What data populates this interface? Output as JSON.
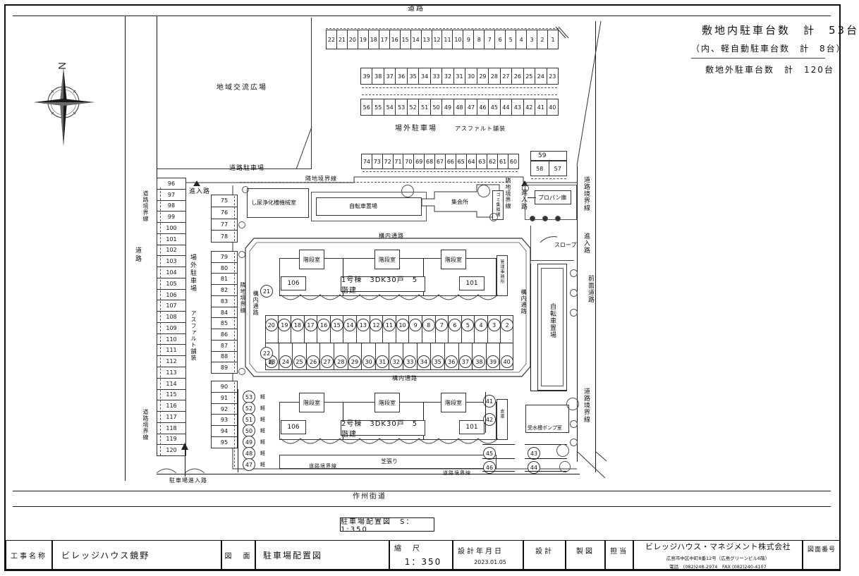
{
  "header": {
    "line1": "敷地内駐車台数　計　53台",
    "line2": "（内、軽自動駐車台数　計　8台）",
    "line3": "敷地外駐車台数　計　120台"
  },
  "compass": {
    "north": "N"
  },
  "site_labels": {
    "plaza": "地域交流広場",
    "offsite_lot_top": "場外駐車場",
    "asphalt_top": "アスファルト舗装",
    "offsite_lot_left": "場外駐車場",
    "asphalt_left": "アスファルト舗装",
    "road_left": "道路",
    "road_top": "道路",
    "road_parking": "道路駐車場",
    "road_boundary_left_top": "道路境界線",
    "road_boundary_left_bottom": "道路境界線",
    "road_boundary_right_top": "道路境界線",
    "road_boundary_right_bottom": "道路境界線",
    "road_boundary_bottom": "道路境界線",
    "road_boundary_bottom2": "道路境界線",
    "site_boundary_top": "隣地境界線",
    "site_boundary_left": "隣地境界線",
    "site_boundary_right": "隣地境界線",
    "front_road": "前面道路",
    "entrance_left": "進入路",
    "entrance_right": "進入路",
    "entrance_right2": "進入路",
    "parking_entrance": "駐車場進入路",
    "sakushu_road": "作州街道",
    "inner_road_top": "構内通路",
    "inner_road_left": "構内通路",
    "inner_road_right": "構内通路",
    "inner_road_bottom": "構内通路",
    "slope": "スロープ",
    "lawn": "芝張り"
  },
  "facilities": {
    "septic": "し尿浄化槽機械室",
    "bicycle_top": "自転車置場",
    "assembly_hall": "集会所",
    "garbage": "ゴミ集積場",
    "propane": "プロパン庫",
    "bicycle_right": "自転車置場",
    "pump_room": "受水槽ポンプ室",
    "storage": "倉庫",
    "office": "管理事務所"
  },
  "buildings": [
    {
      "name": "1号棟　3DK30戸　5階建",
      "unit_left": "106",
      "unit_right": "101",
      "stairs": [
        "階段室",
        "階段室",
        "階段室"
      ]
    },
    {
      "name": "2号棟　3DK30戸　5階建",
      "unit_left": "106",
      "unit_right": "101",
      "stairs": [
        "階段室",
        "階段室",
        "階段室"
      ]
    }
  ],
  "stall_rows": {
    "top_row_1": [
      "22",
      "21",
      "20",
      "19",
      "18",
      "17",
      "16",
      "15",
      "14",
      "13",
      "12",
      "11",
      "10",
      "9",
      "8",
      "7",
      "6",
      "5",
      "4",
      "3",
      "2",
      "1"
    ],
    "mid_row_upper": [
      "39",
      "38",
      "37",
      "36",
      "35",
      "34",
      "33",
      "32",
      "31",
      "30",
      "29",
      "28",
      "27",
      "26",
      "25",
      "24",
      "23"
    ],
    "mid_row_lower": [
      "56",
      "55",
      "54",
      "53",
      "52",
      "51",
      "50",
      "49",
      "48",
      "47",
      "46",
      "45",
      "44",
      "43",
      "42",
      "41",
      "40"
    ],
    "road_row": [
      "74",
      "73",
      "72",
      "71",
      "70",
      "69",
      "68",
      "67",
      "66",
      "65",
      "64",
      "63",
      "62",
      "61",
      "60"
    ],
    "right_top_row": [
      "59",
      "58",
      "57"
    ],
    "left_outer": [
      "96",
      "97",
      "98",
      "99",
      "100",
      "101",
      "102",
      "103",
      "104",
      "105",
      "106",
      "107",
      "108",
      "109",
      "110",
      "111",
      "112",
      "113",
      "114",
      "115",
      "116",
      "117",
      "118",
      "119",
      "120"
    ],
    "left_inner_a": [
      "75",
      "76",
      "77",
      "78"
    ],
    "left_inner_b": [
      "79",
      "80",
      "81",
      "82",
      "83",
      "84",
      "85",
      "86",
      "87",
      "88",
      "89"
    ],
    "left_inner_c": [
      "90",
      "91",
      "92",
      "93",
      "94",
      "95"
    ]
  },
  "circle_stalls": {
    "courtyard_upper": [
      "20",
      "19",
      "18",
      "17",
      "16",
      "15",
      "14",
      "13",
      "12",
      "11",
      "10",
      "9",
      "8",
      "7",
      "6",
      "5",
      "4",
      "3",
      "2"
    ],
    "courtyard_lower": [
      "23",
      "24",
      "25",
      "26",
      "27",
      "28",
      "29",
      "30",
      "31",
      "32",
      "33",
      "34",
      "35",
      "36",
      "37",
      "38",
      "39",
      "40"
    ],
    "kei_corner": "22",
    "kei_label": "軽",
    "left_kei": [
      "53",
      "52",
      "51",
      "50",
      "49",
      "48",
      "47"
    ],
    "circle_21": "21",
    "right_side": [
      "41",
      "42",
      "43",
      "44",
      "45",
      "46"
    ]
  },
  "scale_bar": "駐車場配置図　S：1:350",
  "title_block": {
    "project_label": "工事名称",
    "project_value": "ビレッジハウス鏡野",
    "drawing_label": "図　面",
    "drawing_value": "駐車場配置図",
    "scale_label": "縮　尺",
    "scale_value": "1：350",
    "date_label": "設計年月日",
    "date_value": "2023.01.05",
    "design_label": "設計",
    "draft_label": "製図",
    "charge_label": "担当",
    "company": "ビレッジハウス・マネジメント株式会社",
    "address": "広島市中区中町8番12号（広島グリーンビル6階）",
    "tel": "電話　(082)248-2974　FAX (082)240-4107",
    "number_label": "図面番号",
    "number_value": ""
  }
}
